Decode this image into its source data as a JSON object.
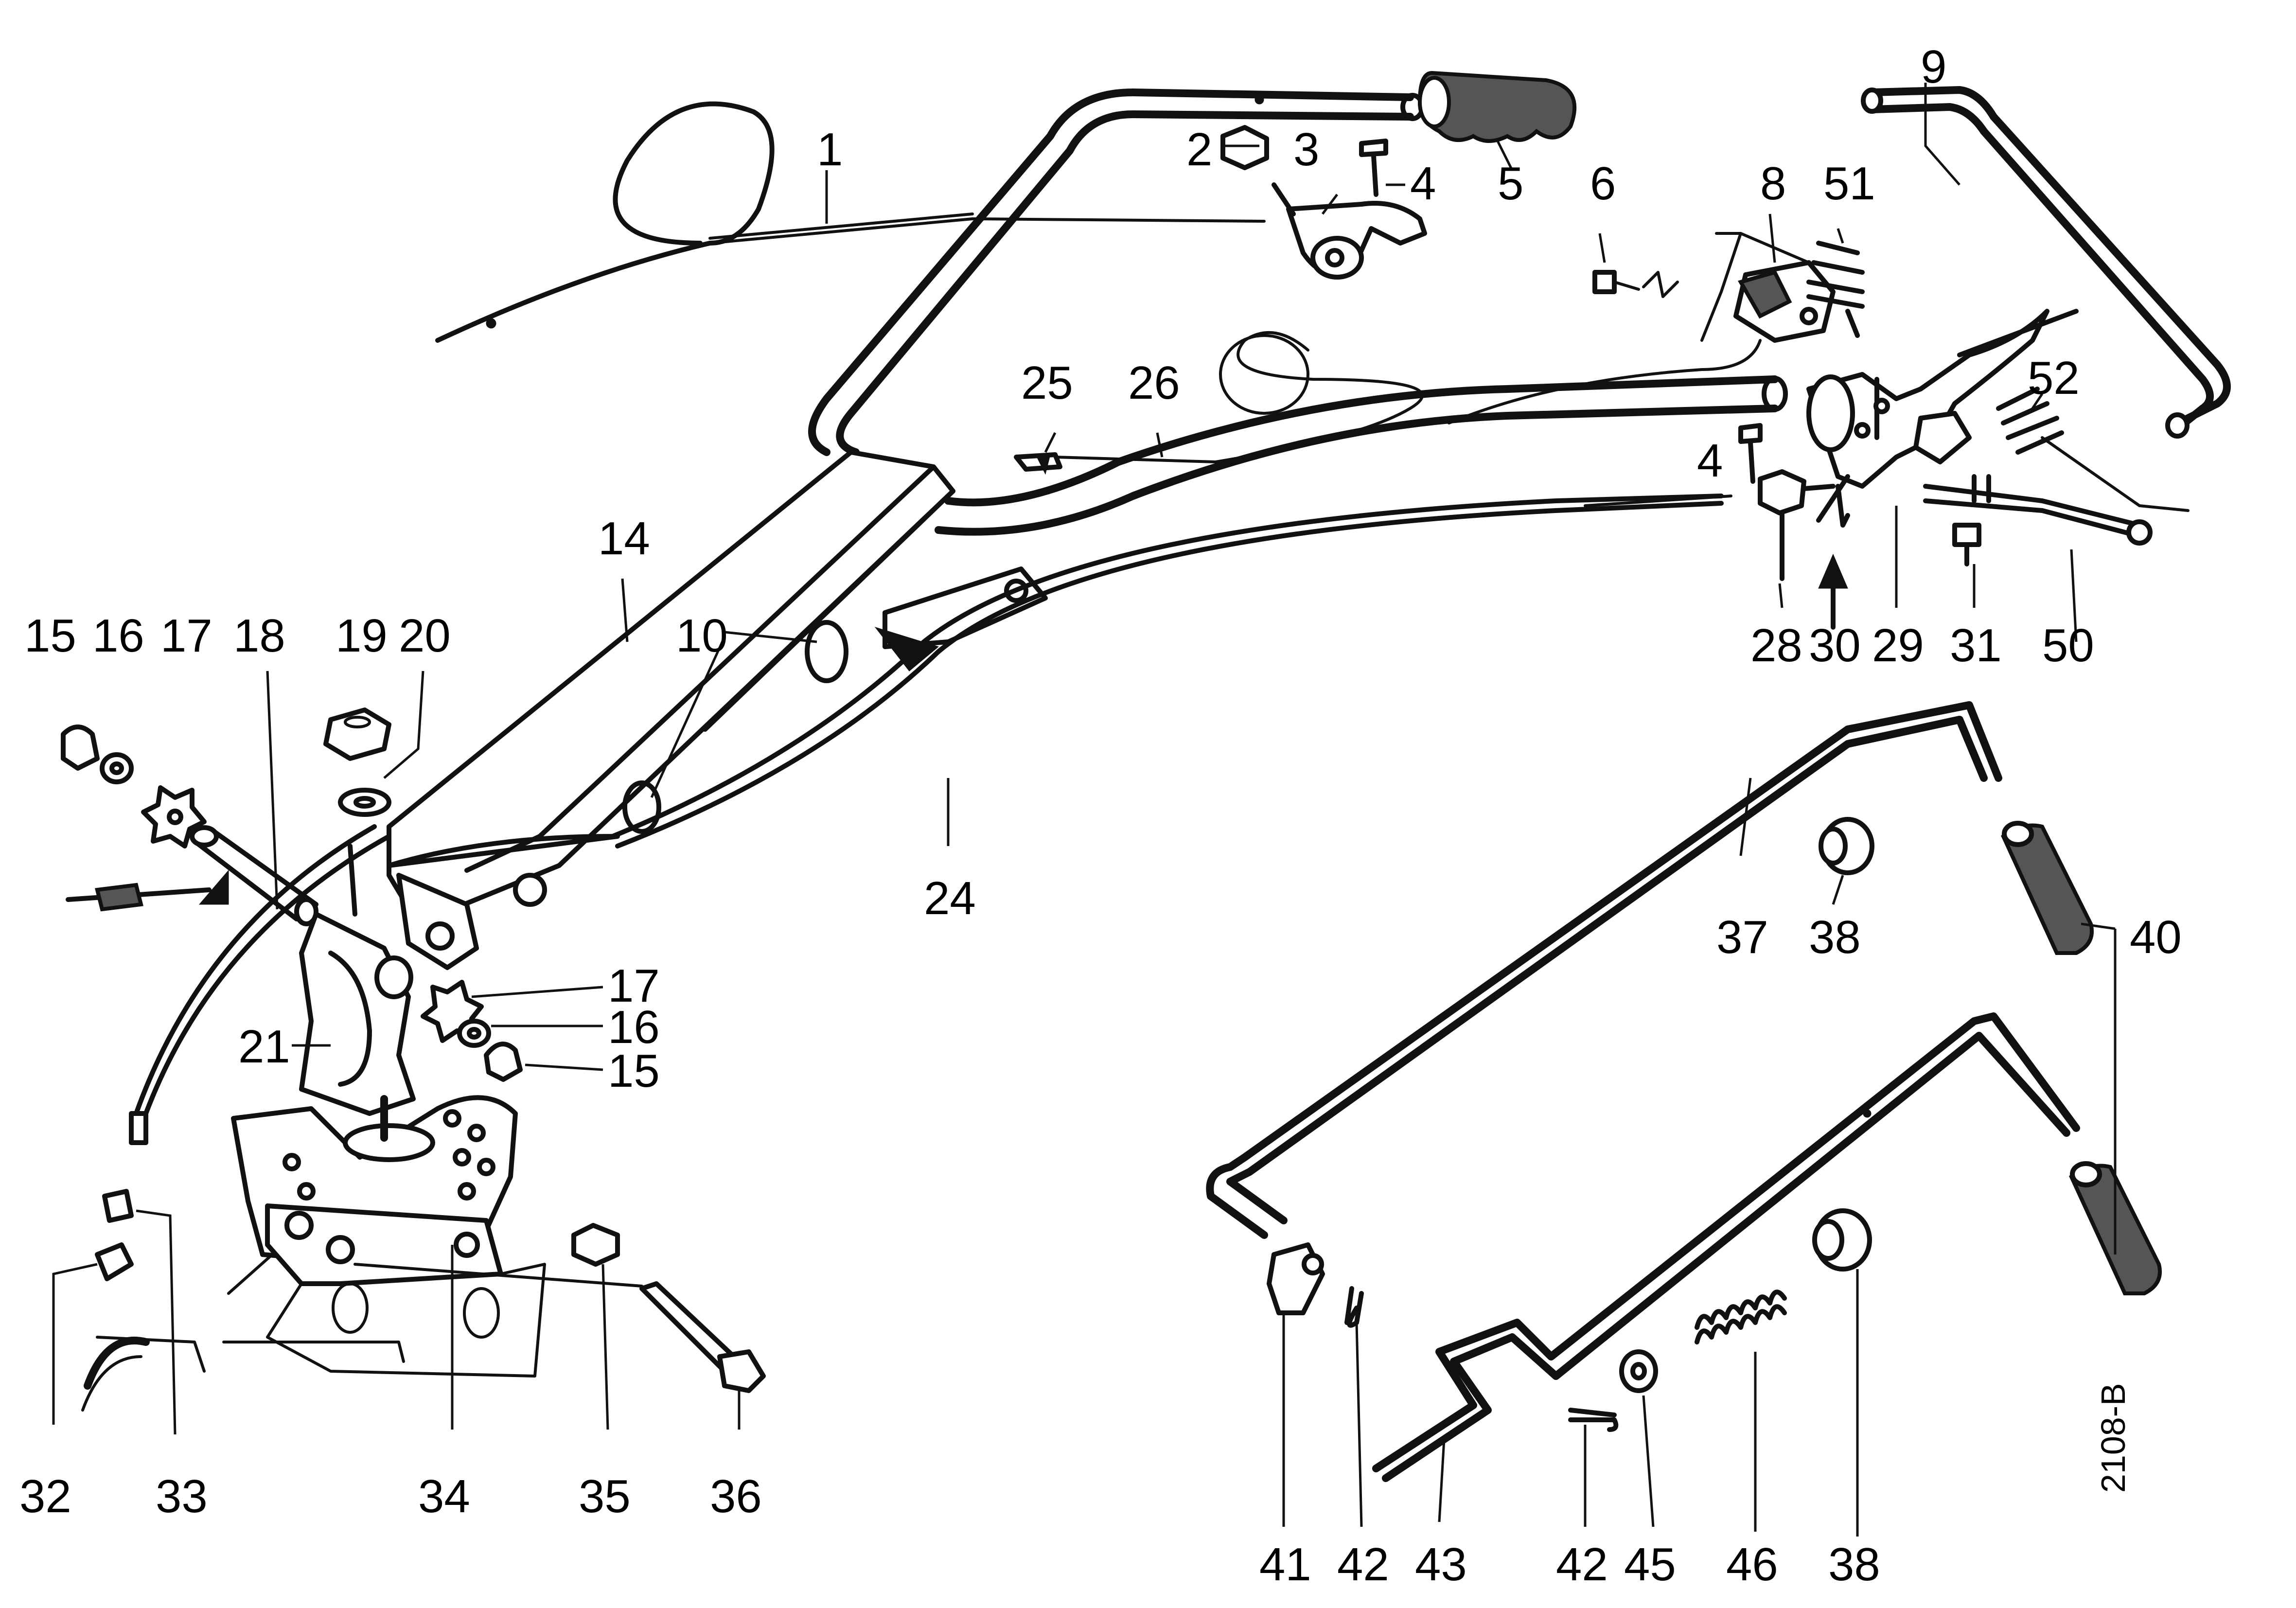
{
  "drawing_ref": "2108-B",
  "callouts": [
    {
      "id": "c1",
      "label": "1"
    },
    {
      "id": "c2",
      "label": "2"
    },
    {
      "id": "c3",
      "label": "3"
    },
    {
      "id": "c4a",
      "label": "4"
    },
    {
      "id": "c5",
      "label": "5"
    },
    {
      "id": "c6",
      "label": "6"
    },
    {
      "id": "c8",
      "label": "8"
    },
    {
      "id": "c9",
      "label": "9"
    },
    {
      "id": "c51",
      "label": "51"
    },
    {
      "id": "c52",
      "label": "52"
    },
    {
      "id": "c25",
      "label": "25"
    },
    {
      "id": "c26",
      "label": "26"
    },
    {
      "id": "c4b",
      "label": "4"
    },
    {
      "id": "c28",
      "label": "28"
    },
    {
      "id": "c30",
      "label": "30"
    },
    {
      "id": "c29",
      "label": "29"
    },
    {
      "id": "c31",
      "label": "31"
    },
    {
      "id": "c50",
      "label": "50"
    },
    {
      "id": "c14",
      "label": "14"
    },
    {
      "id": "c10",
      "label": "10"
    },
    {
      "id": "c15a",
      "label": "15"
    },
    {
      "id": "c16a",
      "label": "16"
    },
    {
      "id": "c17a",
      "label": "17"
    },
    {
      "id": "c18",
      "label": "18"
    },
    {
      "id": "c19",
      "label": "19"
    },
    {
      "id": "c20",
      "label": "20"
    },
    {
      "id": "c24",
      "label": "24"
    },
    {
      "id": "c17b",
      "label": "17"
    },
    {
      "id": "c16b",
      "label": "16"
    },
    {
      "id": "c15b",
      "label": "15"
    },
    {
      "id": "c21",
      "label": "21"
    },
    {
      "id": "c37",
      "label": "37"
    },
    {
      "id": "c38a",
      "label": "38"
    },
    {
      "id": "c40",
      "label": "40"
    },
    {
      "id": "c32",
      "label": "32"
    },
    {
      "id": "c33",
      "label": "33"
    },
    {
      "id": "c34",
      "label": "34"
    },
    {
      "id": "c35",
      "label": "35"
    },
    {
      "id": "c36",
      "label": "36"
    },
    {
      "id": "c41",
      "label": "41"
    },
    {
      "id": "c42a",
      "label": "42"
    },
    {
      "id": "c43",
      "label": "43"
    },
    {
      "id": "c42b",
      "label": "42"
    },
    {
      "id": "c45",
      "label": "45"
    },
    {
      "id": "c46",
      "label": "46"
    },
    {
      "id": "c38b",
      "label": "38"
    }
  ]
}
